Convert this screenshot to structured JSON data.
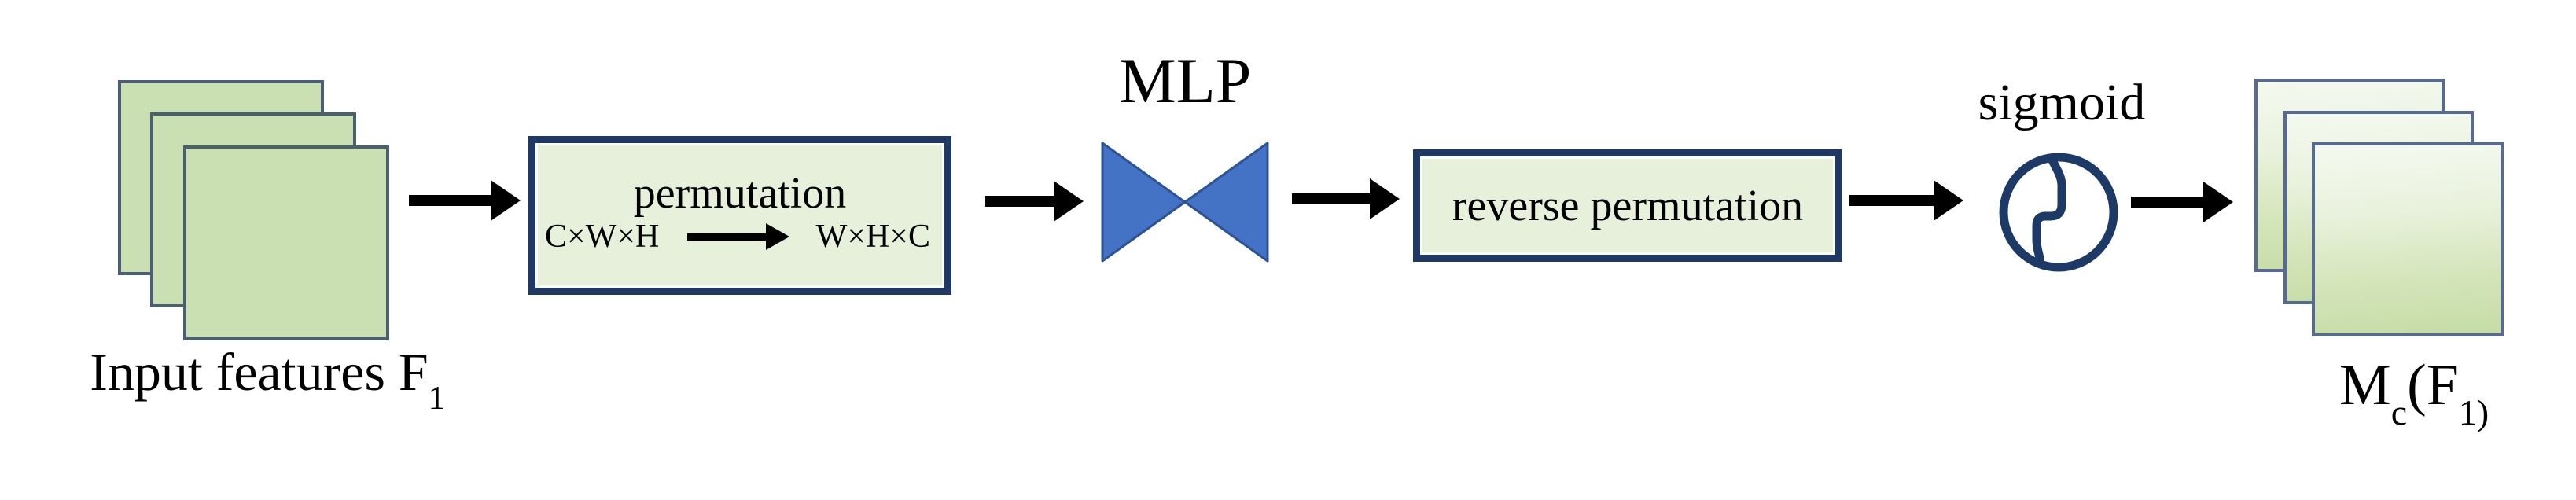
{
  "figure": {
    "input": {
      "text": "Input features F",
      "sub": "1"
    },
    "permutation_box": {
      "title": "permutation",
      "from_dims": "C×W×H",
      "to_dims": "W×H×C"
    },
    "mlp_label": "MLP",
    "reverse_permutation_label": "reverse permutation",
    "sigmoid_label": "sigmoid",
    "output_label": {
      "m": "M",
      "sub_c": "c",
      "open": "(F",
      "sub_1": "1)"
    }
  },
  "colors": {
    "feature_map_green": "#cadfb2",
    "box_fill_green": "#e7f0da",
    "navy_border": "#1f3864",
    "bowtie_blue": "#4472c4",
    "bowtie_edge": "#2e5395",
    "sigmoid_stroke": "#1d3a66",
    "input_edge": "#4a6072",
    "output_edge": "#566a92",
    "output_green_deep": "#c5dca6",
    "arrow_black": "#000000"
  }
}
